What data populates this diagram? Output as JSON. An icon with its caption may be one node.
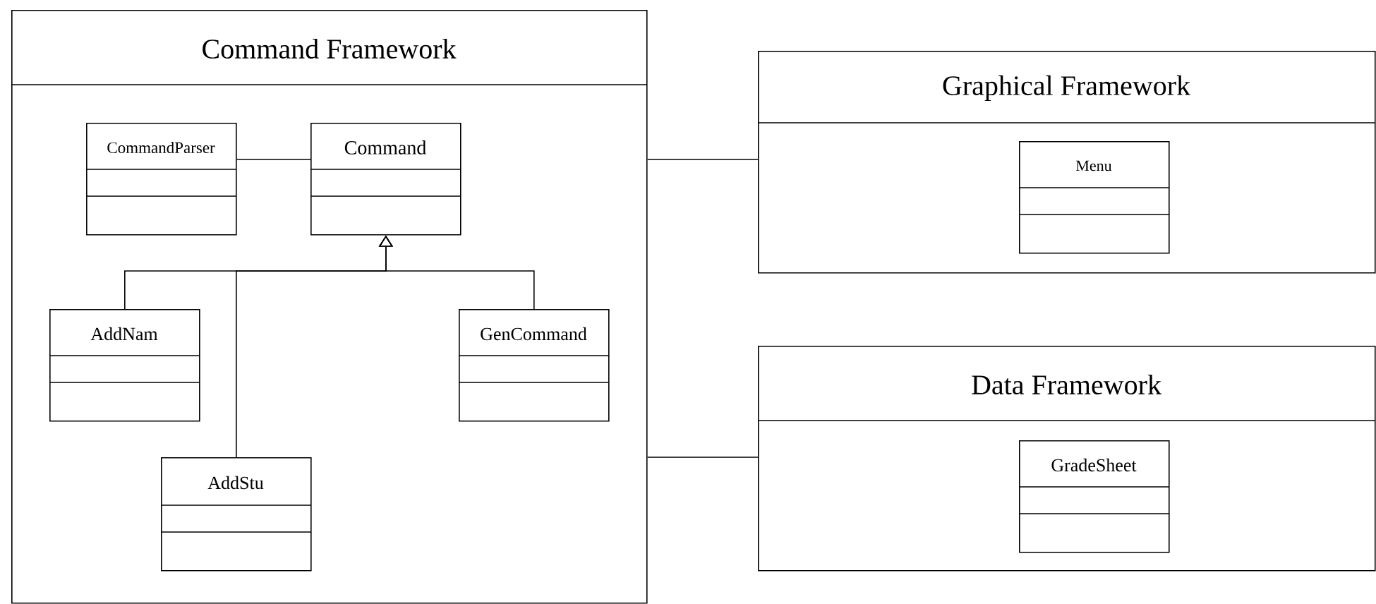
{
  "diagram": {
    "nodes": [
      {
        "text": [
          "Command Framework"
        ]
      },
      {
        "text": [
          "CommandParser"
        ],
        "in": 0
      },
      {
        "text": [
          "Command"
        ],
        "in": 0
      },
      {
        "text": [
          "AddNam"
        ],
        "in": 0
      },
      {
        "text": [
          "GenCommand"
        ],
        "in": 0
      },
      {
        "text": [
          "AddStu"
        ],
        "in": 0
      },
      {
        "text": [
          "Graphical Framework"
        ]
      },
      {
        "text": [
          "Menu"
        ],
        "in": 6
      },
      {
        "text": [
          "Data Framework"
        ]
      },
      {
        "text": [
          "GradeSheet"
        ],
        "in": 8
      }
    ],
    "edges": [
      {
        "from": 1,
        "to": 2,
        "arrow": "none"
      },
      {
        "from": 3,
        "to": 2,
        "arrow": "to"
      },
      {
        "from": 5,
        "to": 2,
        "arrow": "to"
      },
      {
        "from": 4,
        "to": 2,
        "arrow": "to"
      },
      {
        "from": 0,
        "to": 6,
        "arrow": "none"
      },
      {
        "from": 0,
        "to": 8,
        "arrow": "none"
      }
    ]
  }
}
